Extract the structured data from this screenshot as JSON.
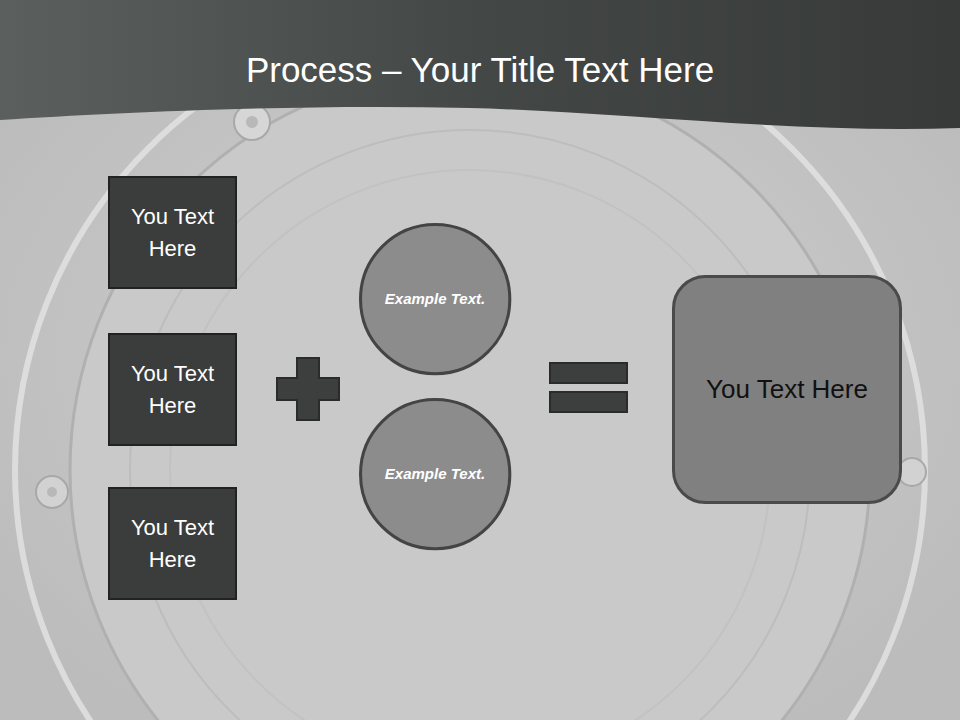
{
  "diagram": {
    "title": "Process – Your Title Text Here",
    "nodes": [
      {
        "text": [
          "You Text Here"
        ]
      },
      {
        "text": [
          "You Text Here"
        ]
      },
      {
        "text": [
          "You Text Here"
        ]
      },
      {
        "text": [
          "Example Text."
        ]
      },
      {
        "text": [
          "Example Text."
        ]
      },
      {
        "text": [
          "You Text Here"
        ]
      }
    ]
  }
}
